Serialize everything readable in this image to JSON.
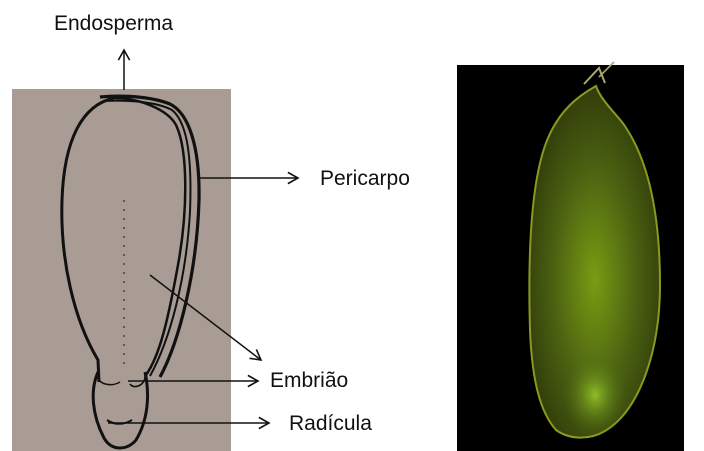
{
  "diagram": {
    "labels": {
      "endosperma": "Endosperma",
      "pericarpo": "Pericarpo",
      "embriao": "Embrião",
      "radicula": "Radícula"
    },
    "colors": {
      "sketch_background": "#a89c94",
      "outline": "#111111",
      "photo_background": "#000000",
      "seed_glow": "#5f7a0a"
    }
  }
}
